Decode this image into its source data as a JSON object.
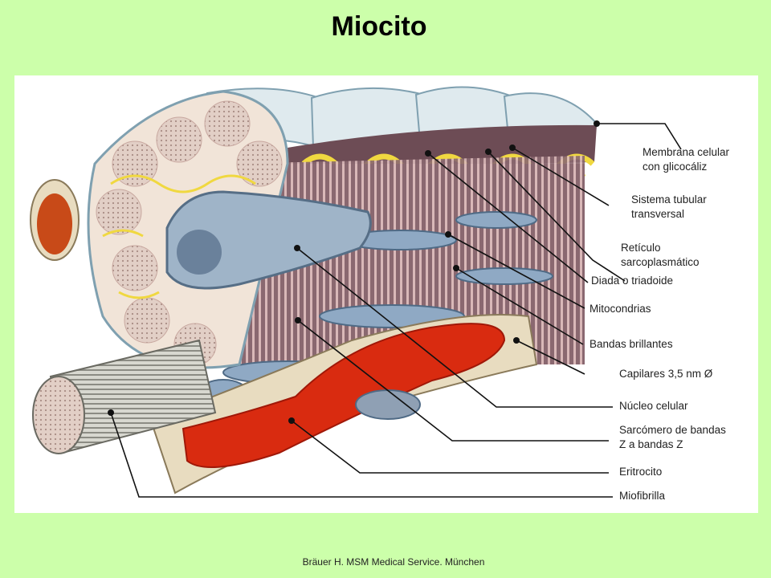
{
  "title": "Miocito",
  "labels": {
    "membrana_1": "Membrana celular",
    "membrana_2": "con glicocáliz",
    "tubular_1": "Sistema tubular",
    "tubular_2": "transversal",
    "reticulo_1": "Retículo",
    "reticulo_2": "sarcoplasmático",
    "diada": "Diada o triadoide",
    "mitocondrias": "Mitocondrias",
    "bandas": "Bandas brillantes",
    "capilares": "Capilares 3,5 nm Ø",
    "nucleo": "Núcleo celular",
    "sarcomero_1": "Sarcómero de bandas",
    "sarcomero_2": "Z a bandas Z",
    "eritrocito": "Eritrocito",
    "miofibrilla": "Miofibrilla"
  },
  "footer": "Bräuer H. MSM Medical Service. München"
}
